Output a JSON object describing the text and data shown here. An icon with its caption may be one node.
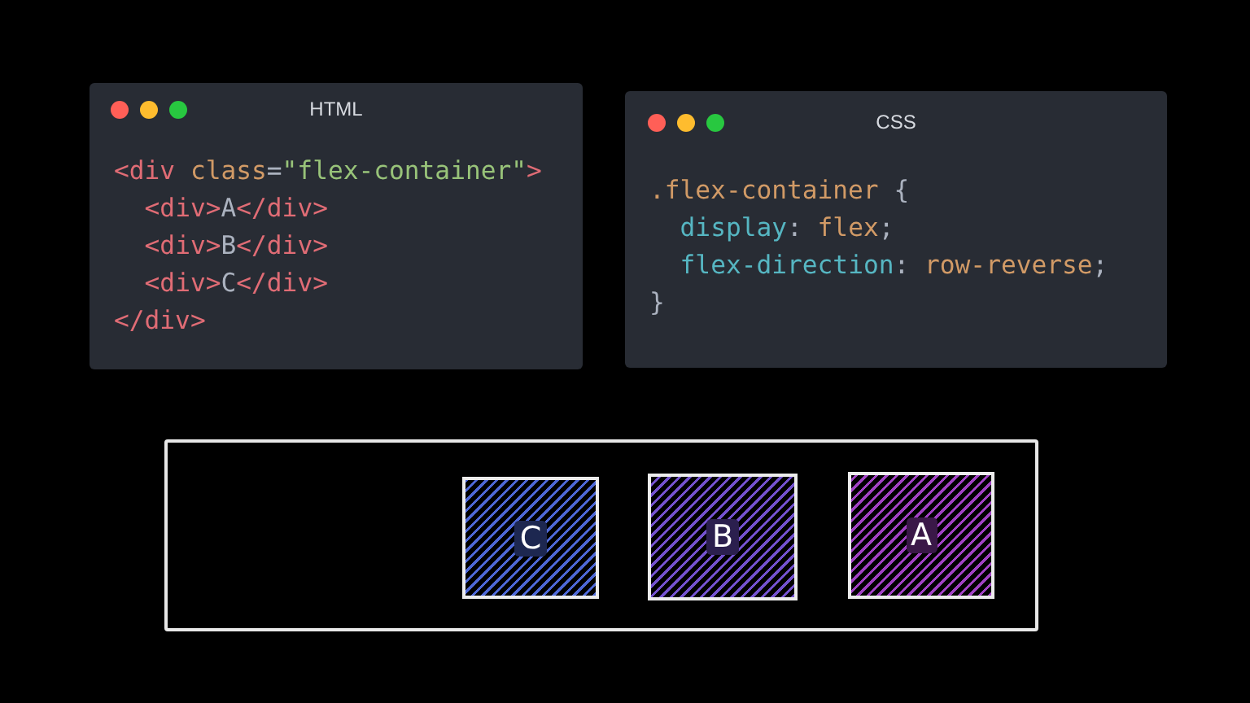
{
  "diagram": {
    "nodes": [
      {
        "text": [
          "HTML",
          "<div class=\"flex-container\">",
          "<div>A</div>",
          "<div>B</div>",
          "<div>C</div>",
          "</div>"
        ]
      },
      {
        "text": [
          "CSS",
          ".flex-container {",
          "display: flex;",
          "flex-direction: row-reverse;",
          "}"
        ]
      },
      {
        "text": [],
        "shape": "box"
      },
      {
        "text": [
          "C"
        ],
        "in": 2
      },
      {
        "text": [
          "B"
        ],
        "in": 2
      },
      {
        "text": [
          "A"
        ],
        "in": 2
      }
    ]
  }
}
